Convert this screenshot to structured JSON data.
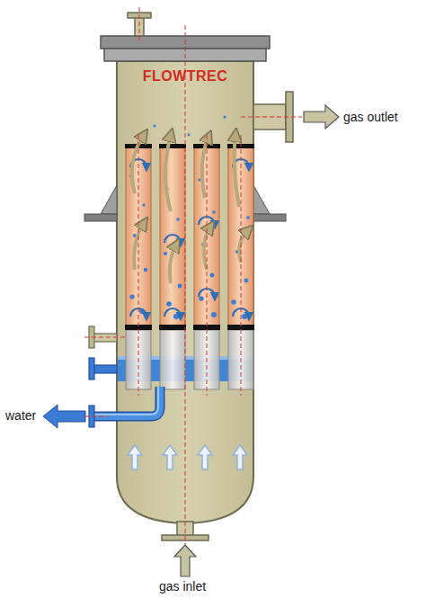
{
  "diagram": {
    "nodes": [
      {
        "text": [
          "FLOWTREC"
        ]
      }
    ],
    "labels": [
      "gas outlet",
      "water",
      "gas inlet"
    ]
  }
}
